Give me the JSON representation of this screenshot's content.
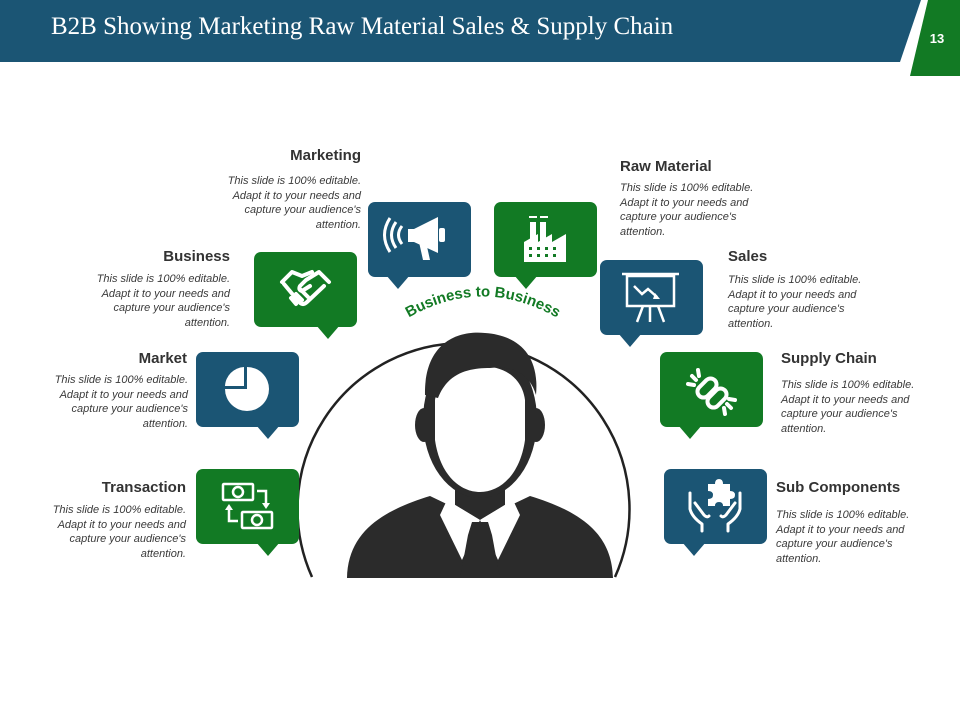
{
  "header": {
    "title": "B2B Showing Marketing Raw Material Sales & Supply Chain",
    "page_number": "13"
  },
  "center": {
    "arc_text": "Business to Business"
  },
  "colors": {
    "blue": "#1b5574",
    "green": "#127a24",
    "figure": "#2b2b2b"
  },
  "items": {
    "marketing": {
      "title": "Marketing",
      "description": "This slide is 100% editable. Adapt it to your needs and capture your audience's attention.",
      "icon": "megaphone-icon"
    },
    "business": {
      "title": "Business",
      "description": "This slide is 100% editable. Adapt it to your needs and capture your audience's attention.",
      "icon": "handshake-icon"
    },
    "market": {
      "title": "Market",
      "description": "This slide is 100% editable. Adapt it to your needs and capture your audience's attention.",
      "icon": "pie-chart-icon"
    },
    "transaction": {
      "title": "Transaction",
      "description": "This slide is 100% editable. Adapt it to your needs and capture your audience's attention.",
      "icon": "money-exchange-icon"
    },
    "raw_material": {
      "title": "Raw Material",
      "description": "This slide is 100% editable. Adapt it to your needs and capture your audience's attention.",
      "icon": "factory-icon"
    },
    "sales": {
      "title": "Sales",
      "description": "This slide is 100% editable. Adapt it to your needs and capture your audience's attention.",
      "icon": "presentation-board-icon"
    },
    "supply_chain": {
      "title": "Supply Chain",
      "description": "This slide is 100% editable. Adapt it to your needs and capture your audience's attention.",
      "icon": "chain-link-icon"
    },
    "sub_components": {
      "title": "Sub Components",
      "description": "This slide is 100% editable. Adapt it to your needs and capture your audience's attention.",
      "icon": "hands-puzzle-icon"
    }
  }
}
